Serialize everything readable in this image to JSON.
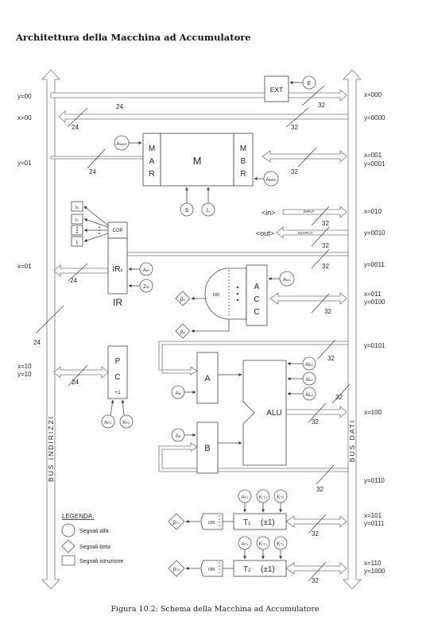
{
  "title": "Architettura della Macchina ad Accumulatore",
  "caption": "Figura 10.2: Schema della Macchina ad Accumulatore",
  "buses": {
    "address": "BUS INDIRIZZI",
    "data": "BUS DATI"
  },
  "left_labels": {
    "y00": "y=00",
    "x00": "x=00",
    "y01": "y=01",
    "x01": "x=01",
    "x10": "x=10",
    "y10": "y=10"
  },
  "right_labels": {
    "x000": "x=000",
    "y0000": "y=0000",
    "x001": "x=001",
    "y0001": "y=0001",
    "x010": "x=010",
    "y0010": "y=0010",
    "y0011": "y=0011",
    "x011": "x=011",
    "y0100": "y=0100",
    "y0101": "y=0101",
    "x100": "x=100",
    "y0110": "y=0110",
    "x101": "x=101",
    "y0111": "y=0111",
    "x110": "x=110",
    "y1000": "y=1000"
  },
  "widths": {
    "w24": "24",
    "w32": "32"
  },
  "blocks": {
    "ext": "EXT",
    "e_sig": "E",
    "mar_m": "M",
    "mar_a": "A",
    "mar_r": "R",
    "m": "M",
    "mbr_m": "M",
    "mbr_b": "B",
    "mbr_r": "R",
    "a_mar_main": "A",
    "a_mar_sub": "MAR",
    "a_mbr_main": "A",
    "a_mbr_sub": "MBR",
    "s_sig": "S",
    "l_sig": "L",
    "in": "<in>",
    "input": "INPUT",
    "out": "<out>",
    "output": "OUTPUT",
    "i_main": "I",
    "i_0": "0",
    "i_1": "1",
    "i_j": "j",
    "cop": "COP",
    "ir_x_main": "IR",
    "ir_x_sub": "x",
    "ir": "IR",
    "a_ir_main": "A",
    "a_ir_sub": "IR",
    "z_ir_main": "Z",
    "z_ir_sub": "IR",
    "beta_main": "β",
    "beta_z_sub": "Z",
    "beta_0_sub": "0",
    "or": "OR",
    "acc_a": "A",
    "acc_c1": "C",
    "acc_c2": "C",
    "a_acc_main": "A",
    "a_acc_sub": "AC",
    "pc_p": "P",
    "pc_c": "C",
    "pc_plus": "+1",
    "a_pc_main": "A",
    "a_pc_sub": "PC",
    "k_pc_main": "K",
    "k_pc_sub": "PC",
    "a_reg": "A",
    "b_reg": "B",
    "a_a_main": "A",
    "a_a_sub": "A",
    "a_b_main": "A",
    "a_b_sub": "B",
    "alu": "ALU",
    "al_main": "AL",
    "al_0": "0",
    "al_1": "1",
    "al_2": "2",
    "t1_main": "T",
    "t1_sub": "1",
    "t2_main": "T",
    "t2_sub": "2",
    "pm": "(±1)",
    "a_t1_main": "A",
    "a_t1_sub": "T1",
    "k1_t1_main": "K",
    "k1_t1_sub": "''T1",
    "k2_t1_main": "K",
    "k2_t1_sub": "'T1",
    "a_t2_main": "A",
    "a_t2_sub": "T1",
    "k1_t2_main": "K",
    "k1_t2_sub": "''T1",
    "k2_t2_main": "K",
    "k2_t2_sub": "'T1",
    "beta_t1_sub": "T1",
    "beta_t2_sub": "T2"
  },
  "legend": {
    "title": "LEGENDA:",
    "alpha": "Segnali alfa",
    "beta": "Segnali beta",
    "instr": "Segnali istruzione"
  }
}
